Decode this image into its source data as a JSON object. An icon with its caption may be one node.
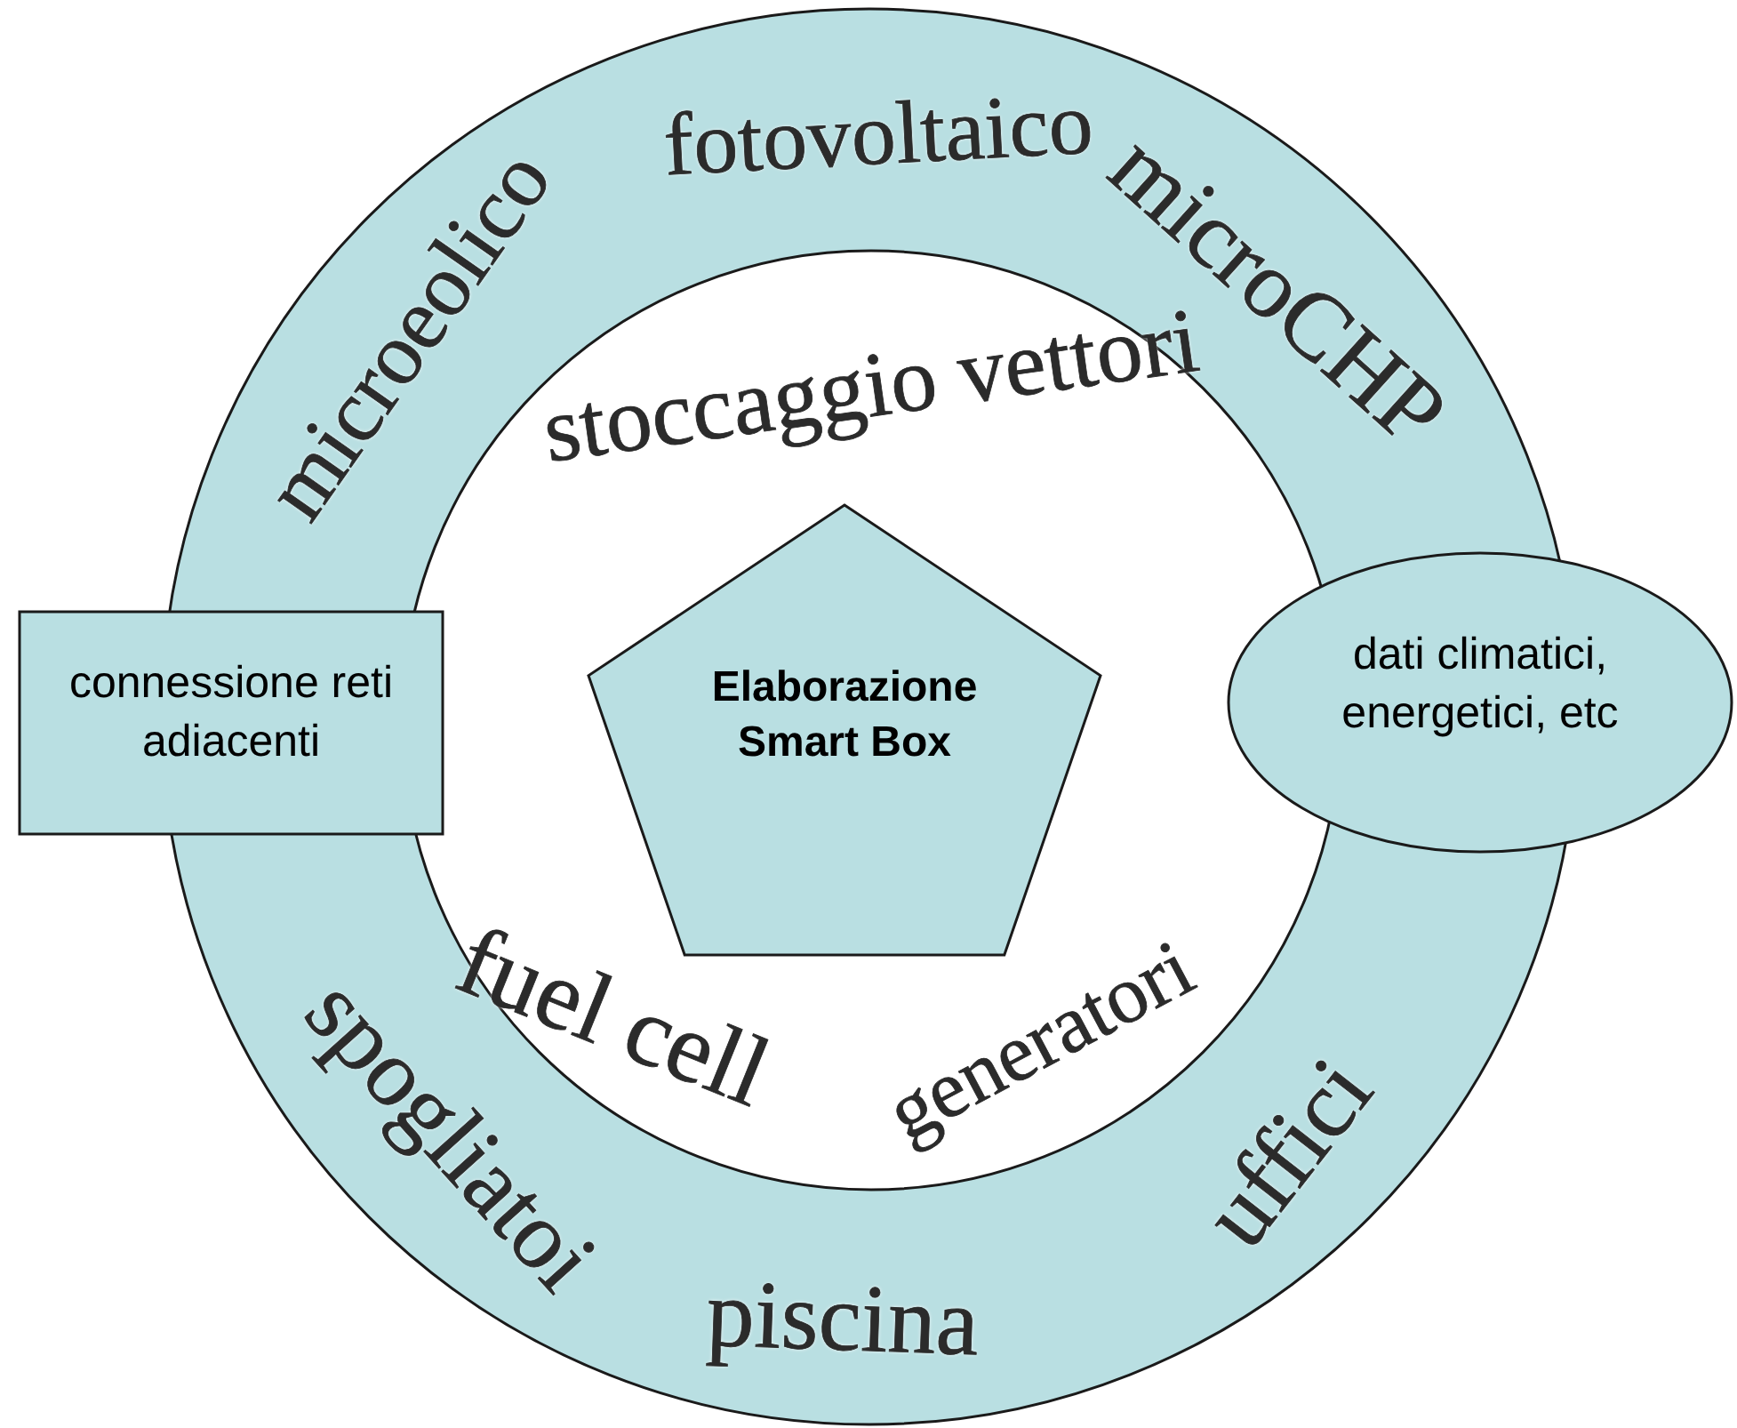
{
  "diagram": {
    "nodes": [
      {
        "text": [
          "microeolico",
          "fotovoltaico",
          "microCHP",
          "spogliatoi",
          "piscina",
          "uffici"
        ]
      },
      {
        "text": [
          "stoccaggio vettori",
          "fuel cell",
          "generatori"
        ],
        "in": 0
      },
      {
        "text": [
          "Elaborazione Smart Box"
        ],
        "in": 1
      },
      {
        "text": [
          "connessione reti adiacenti"
        ]
      },
      {
        "text": [
          "dati climatici, energetici, etc"
        ]
      }
    ]
  }
}
